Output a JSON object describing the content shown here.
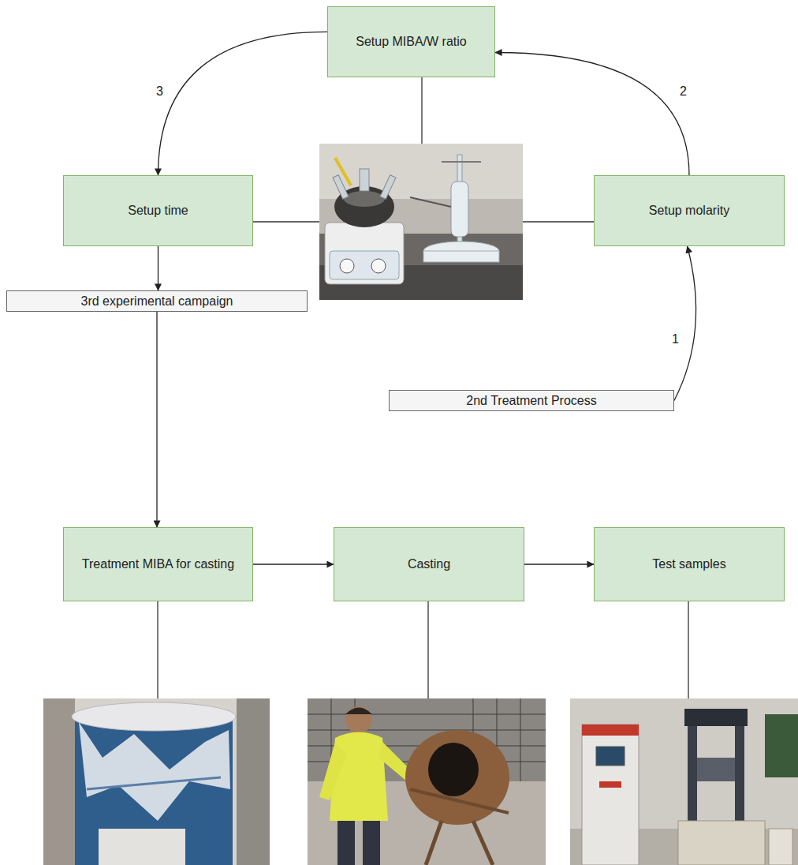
{
  "diagram": {
    "nodes": [
      {
        "text": [
          "Setup MIBA/W ratio"
        ]
      },
      {
        "text": [
          "Setup time"
        ]
      },
      {
        "text": [
          "Setup molarity"
        ]
      },
      {
        "text": [
          "3rd experimental campaign"
        ]
      },
      {
        "text": [
          "2nd Treatment Process"
        ]
      },
      {
        "text": [
          "Treatment MIBA for casting"
        ]
      },
      {
        "text": [
          "Casting"
        ]
      },
      {
        "text": [
          "Test samples"
        ]
      }
    ],
    "edges": [
      {
        "from": 4,
        "to": 2,
        "arrow": "to",
        "label": "1"
      },
      {
        "from": 2,
        "to": 0,
        "arrow": "to",
        "label": "2"
      },
      {
        "from": 0,
        "to": 1,
        "arrow": "to",
        "label": "3"
      },
      {
        "from": 1,
        "to": 3,
        "arrow": "to"
      },
      {
        "from": 3,
        "to": 5,
        "arrow": "to"
      },
      {
        "from": 5,
        "to": 6,
        "arrow": "to"
      },
      {
        "from": 6,
        "to": 7,
        "arrow": "to"
      }
    ]
  }
}
